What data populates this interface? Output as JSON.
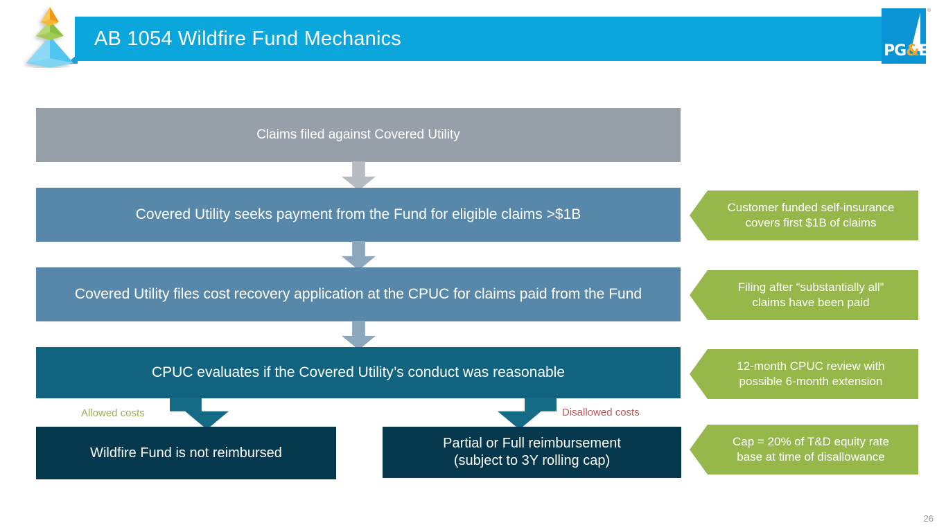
{
  "slide": {
    "title": "AB 1054 Wildfire Fund Mechanics",
    "page_number": "26",
    "brand": {
      "header_blue": "#0aa6dc",
      "logo_blue": "#0a93d5",
      "logo_amp_orange": "#f5a623",
      "logo_text": "PG",
      "logo_amp": "&",
      "logo_text_end": "E",
      "registered_mark": "®"
    },
    "pyramid_icon": {
      "name": "pyramid-icon",
      "top_color": "#f5a623",
      "middle_color": "#a3cc56",
      "bottom_color": "#7fd4f2"
    }
  },
  "flow": {
    "steps": [
      {
        "id": "claims",
        "label": "Claims filed against Covered Utility",
        "color": "#97a0a8"
      },
      {
        "id": "seeks-payment",
        "label": "Covered Utility seeks payment from the Fund for eligible claims >$1B",
        "color": "#5788a9"
      },
      {
        "id": "files-application",
        "label": "Covered Utility files cost recovery application at the CPUC for claims paid from the Fund",
        "color": "#5788a9"
      },
      {
        "id": "cpuc-evaluates",
        "label": "CPUC evaluates if the Covered Utility’s conduct was reasonable",
        "color": "#11637f"
      }
    ],
    "outcomes": [
      {
        "id": "not-reimbursed",
        "label": "Wildfire Fund is not reimbursed",
        "color": "#05384c"
      },
      {
        "id": "partial-or-full",
        "line1": "Partial or Full reimbursement",
        "line2": "(subject to 3Y rolling cap)",
        "color": "#05384c"
      }
    ],
    "branch_labels": {
      "allowed": "Allowed costs",
      "allowed_color": "#9aae56",
      "disallowed": "Disallowed costs",
      "disallowed_color": "#c0565c"
    }
  },
  "callouts": [
    {
      "id": "self-insurance",
      "line1": "Customer funded self-insurance",
      "line2": "covers first $1B of claims",
      "color": "#96b84b"
    },
    {
      "id": "filing-timing",
      "line1": "Filing after “substantially all”",
      "line2": "claims have been paid",
      "color": "#96b84b"
    },
    {
      "id": "cpuc-review-window",
      "line1": "12-month CPUC review with",
      "line2": "possible 6-month extension",
      "color": "#96b84b"
    },
    {
      "id": "cap-definition",
      "line1": "Cap = 20% of T&D equity rate",
      "line2": "base at time of disallowance",
      "color": "#96b84b"
    }
  ]
}
